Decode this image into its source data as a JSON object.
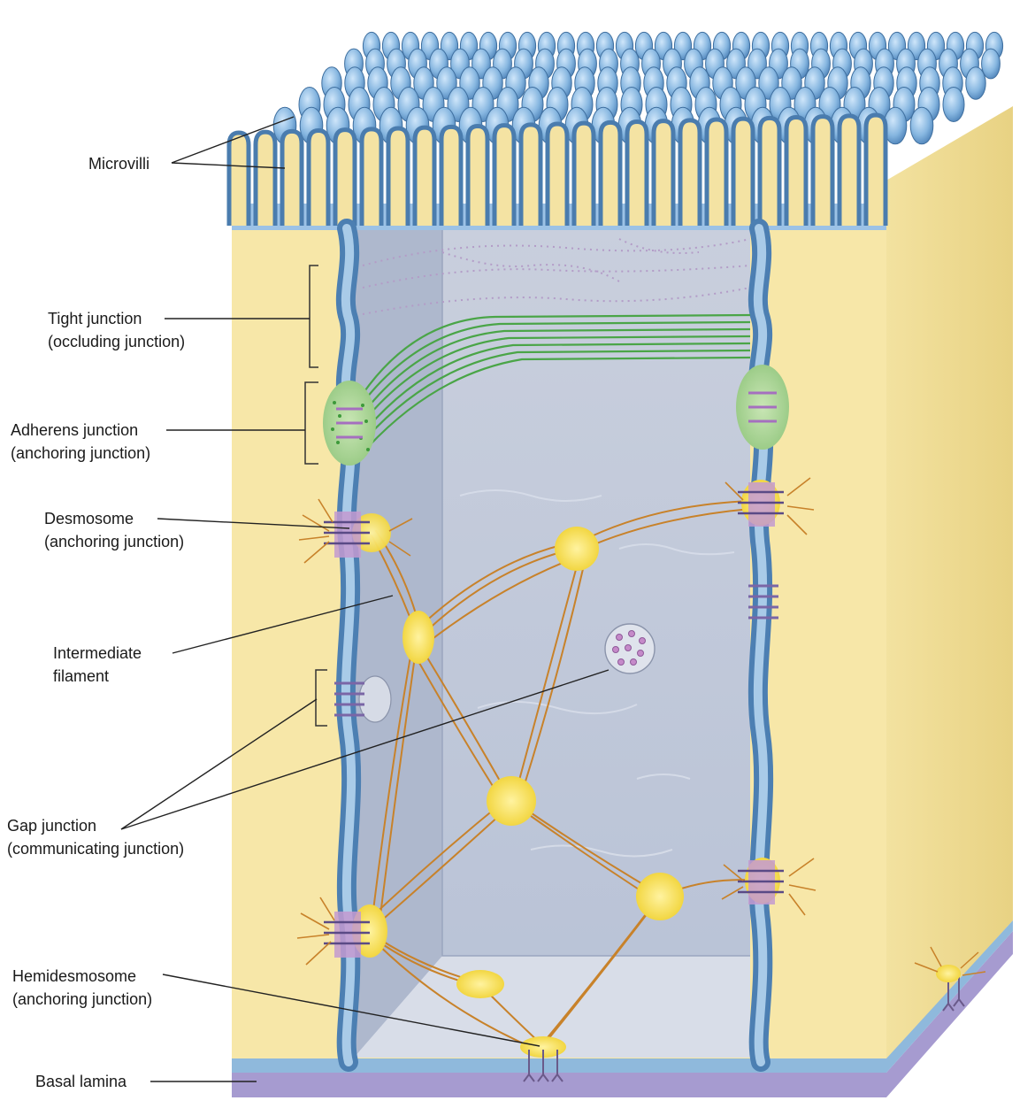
{
  "labels": {
    "microvilli": "Microvilli",
    "tight_junction": [
      "Tight junction",
      "(occluding junction)"
    ],
    "adherens_junction": [
      "Adherens junction",
      "(anchoring junction)"
    ],
    "desmosome": [
      "Desmosome",
      "(anchoring junction)"
    ],
    "intermediate_filament": [
      "Intermediate",
      "filament"
    ],
    "gap_junction": [
      "Gap junction",
      "(communicating junction)"
    ],
    "hemidesmosome": [
      "Hemidesmosome",
      "(anchoring junction)"
    ],
    "basal_lamina": "Basal lamina"
  },
  "colors": {
    "cell_cytoplasm": "#f7e7a8",
    "cell_side": "#efd98a",
    "interior": "#c4ccdc",
    "membrane": "#5b8fc2",
    "microvilli": "#7fb0dc",
    "actin_filaments": "#4aa547",
    "keratin_filaments": "#c8822a",
    "plaque": "#f5dc4a",
    "cadherin": "#c39ad0",
    "basal_lamina": "#a69bd0"
  }
}
